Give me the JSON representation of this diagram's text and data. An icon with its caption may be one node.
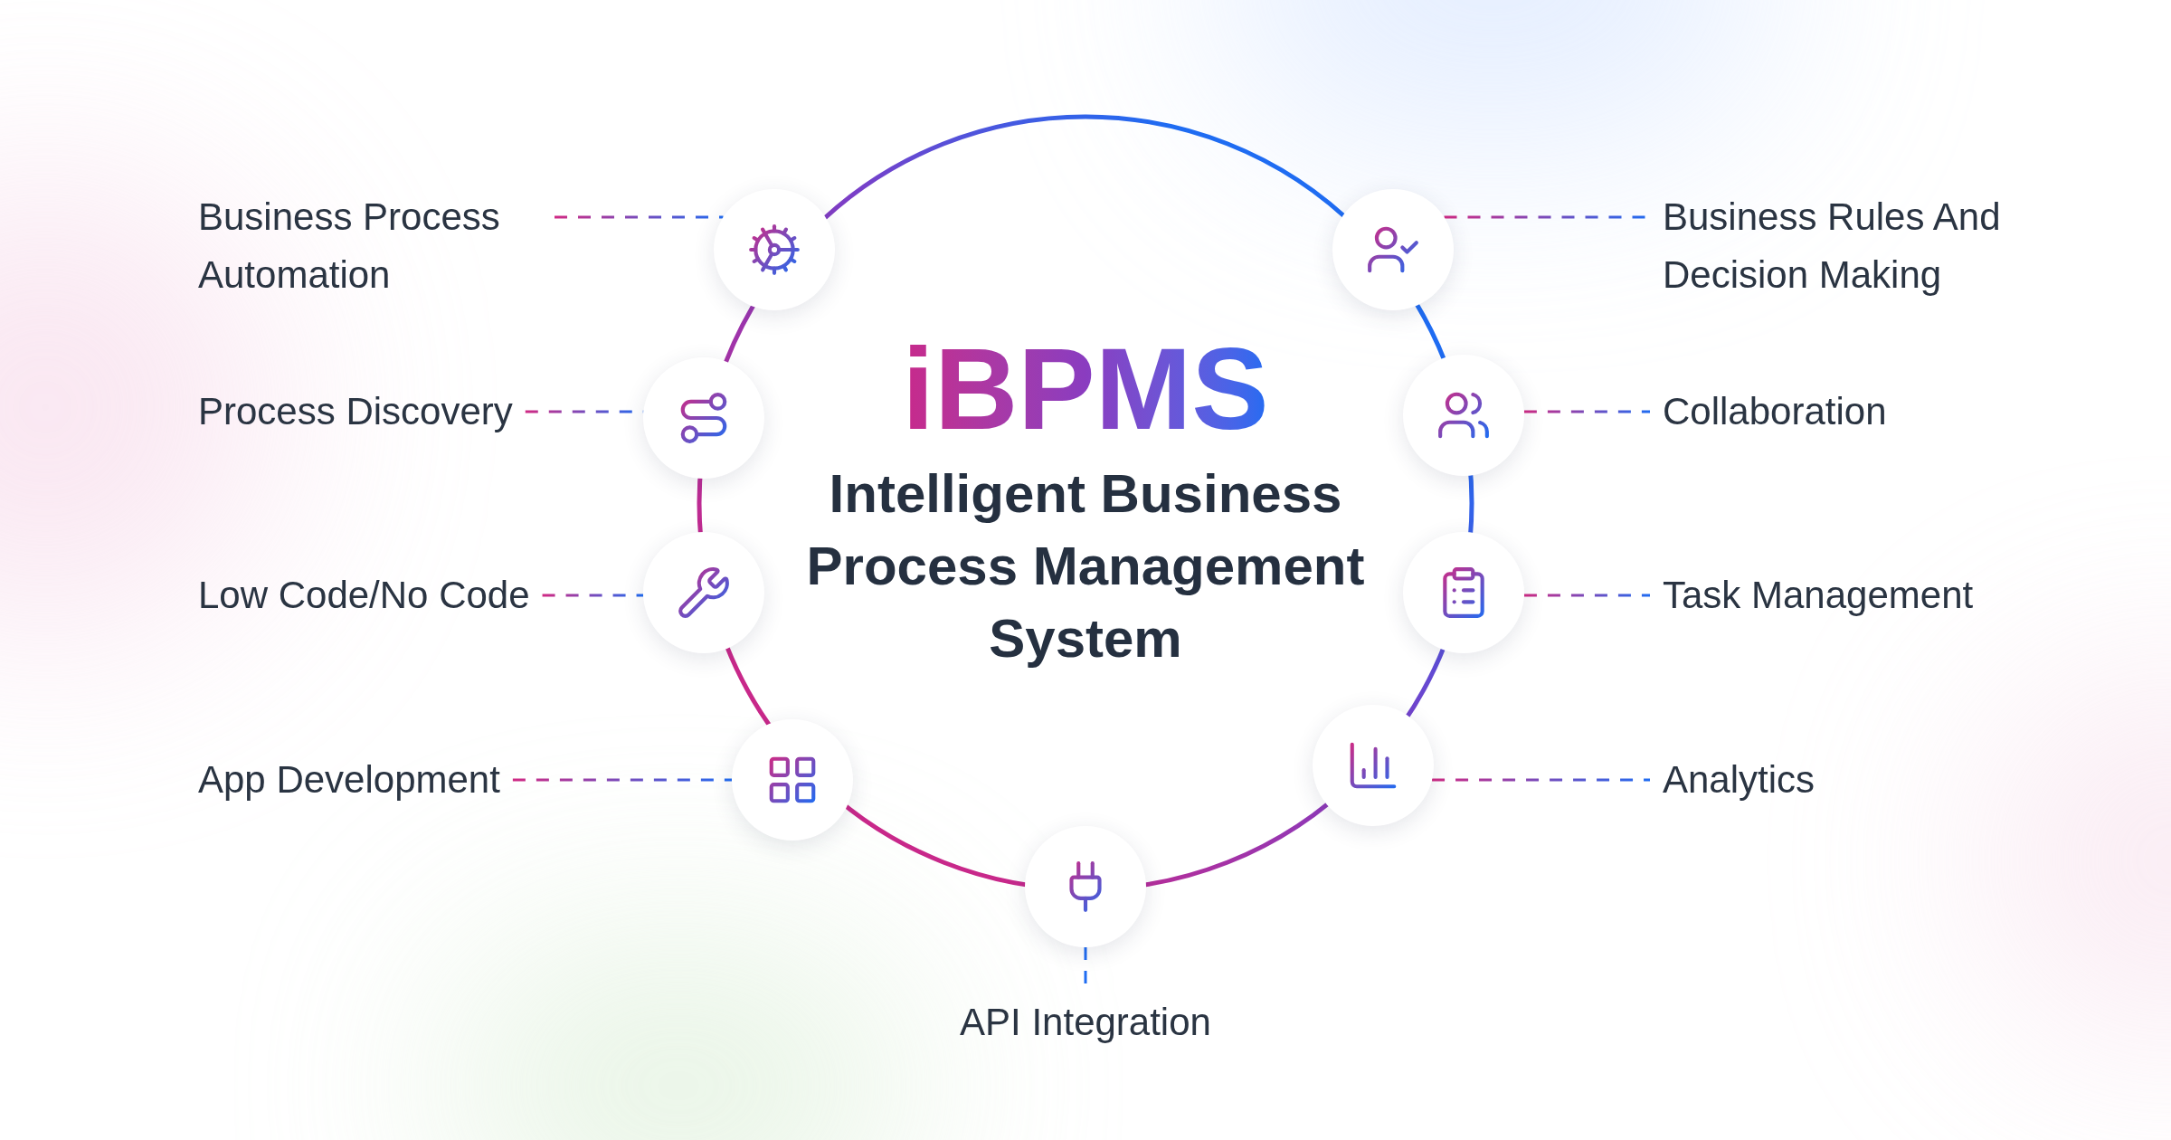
{
  "diagram": {
    "nodes": [
      {
        "text": [
          "iBPMS",
          "Intelligent Business Process Management System"
        ]
      },
      {
        "text": [
          "Business Process Automation"
        ]
      },
      {
        "text": [],
        "shape": "circle"
      },
      {
        "text": [
          "Process Discovery"
        ]
      },
      {
        "text": [],
        "shape": "circle"
      },
      {
        "text": [
          "Low Code/No Code"
        ]
      },
      {
        "text": [],
        "shape": "circle"
      },
      {
        "text": [
          "App Development"
        ]
      },
      {
        "text": [],
        "shape": "circle"
      },
      {
        "text": [
          "API Integration"
        ]
      },
      {
        "text": [],
        "shape": "circle"
      },
      {
        "text": [
          "Analytics"
        ]
      },
      {
        "text": [],
        "shape": "circle"
      },
      {
        "text": [
          "Task Management"
        ]
      },
      {
        "text": [],
        "shape": "circle"
      },
      {
        "text": [
          "Collaboration"
        ]
      },
      {
        "text": [],
        "shape": "circle"
      },
      {
        "text": [
          "Business Rules And Decision Making"
        ]
      },
      {
        "text": [],
        "shape": "circle"
      }
    ],
    "edges": [
      {
        "from": 1,
        "to": 2,
        "arrow": "none",
        "style": "dashed"
      },
      {
        "from": 3,
        "to": 4,
        "arrow": "none",
        "style": "dashed"
      },
      {
        "from": 5,
        "to": 6,
        "arrow": "none",
        "style": "dashed"
      },
      {
        "from": 7,
        "to": 8,
        "arrow": "none",
        "style": "dashed"
      },
      {
        "from": 9,
        "to": 10,
        "arrow": "none",
        "style": "dashed"
      },
      {
        "from": 11,
        "to": 12,
        "arrow": "none",
        "style": "dashed"
      },
      {
        "from": 13,
        "to": 14,
        "arrow": "none",
        "style": "dashed"
      },
      {
        "from": 15,
        "to": 16,
        "arrow": "none",
        "style": "dashed"
      },
      {
        "from": 17,
        "to": 18,
        "arrow": "none",
        "style": "dashed"
      }
    ]
  }
}
